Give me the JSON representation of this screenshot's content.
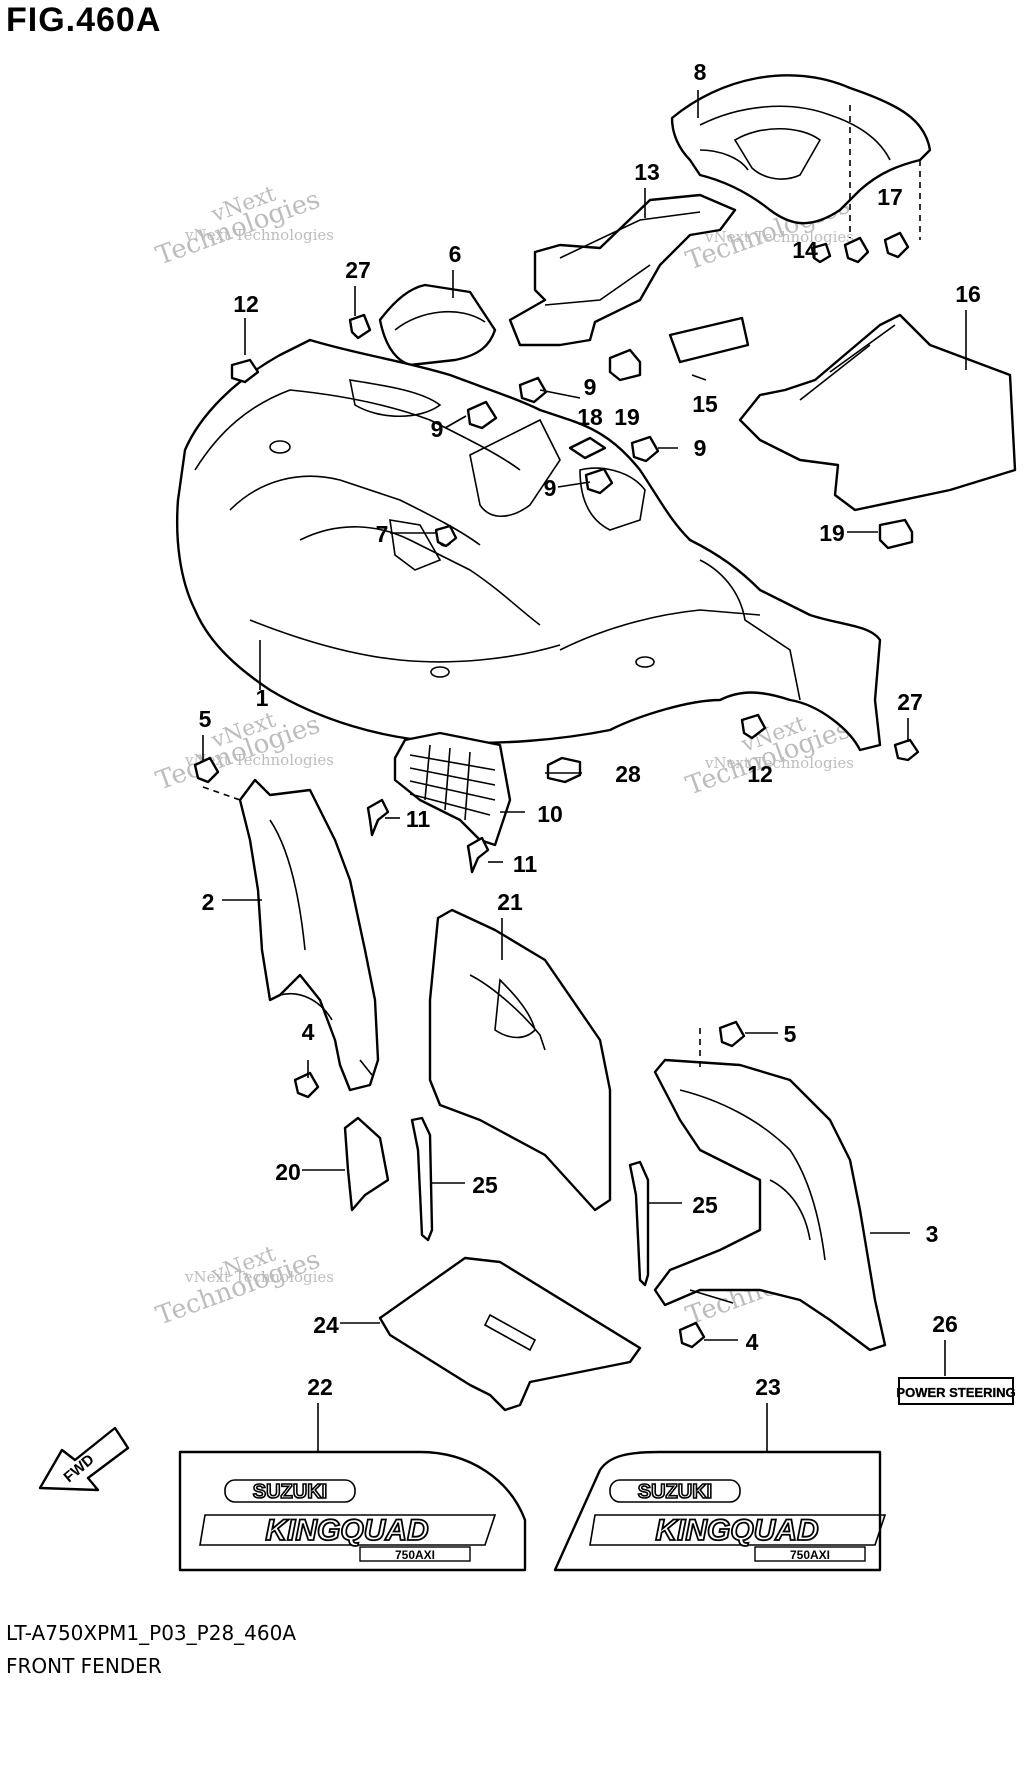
{
  "figure": {
    "title": "FIG.460A",
    "code": "LT-A750XPM1_P03_P28_460A",
    "name": "FRONT FENDER"
  },
  "callouts": [
    "1",
    "2",
    "3",
    "4",
    "4",
    "5",
    "5",
    "6",
    "7",
    "8",
    "9",
    "9",
    "9",
    "9",
    "10",
    "11",
    "11",
    "12",
    "12",
    "13",
    "14",
    "15",
    "16",
    "17",
    "18",
    "19",
    "19",
    "20",
    "21",
    "22",
    "23",
    "24",
    "25",
    "25",
    "26",
    "27",
    "27",
    "28"
  ],
  "decals": {
    "brand": "SUZUKI",
    "model": "KINGQUAD",
    "badge": "750AXI",
    "power_steering": "POWER STEERING",
    "fwd": "FWD"
  },
  "watermark": {
    "line1": "vNext Technologies",
    "line2": "Technologies",
    "line3": "vNext"
  }
}
